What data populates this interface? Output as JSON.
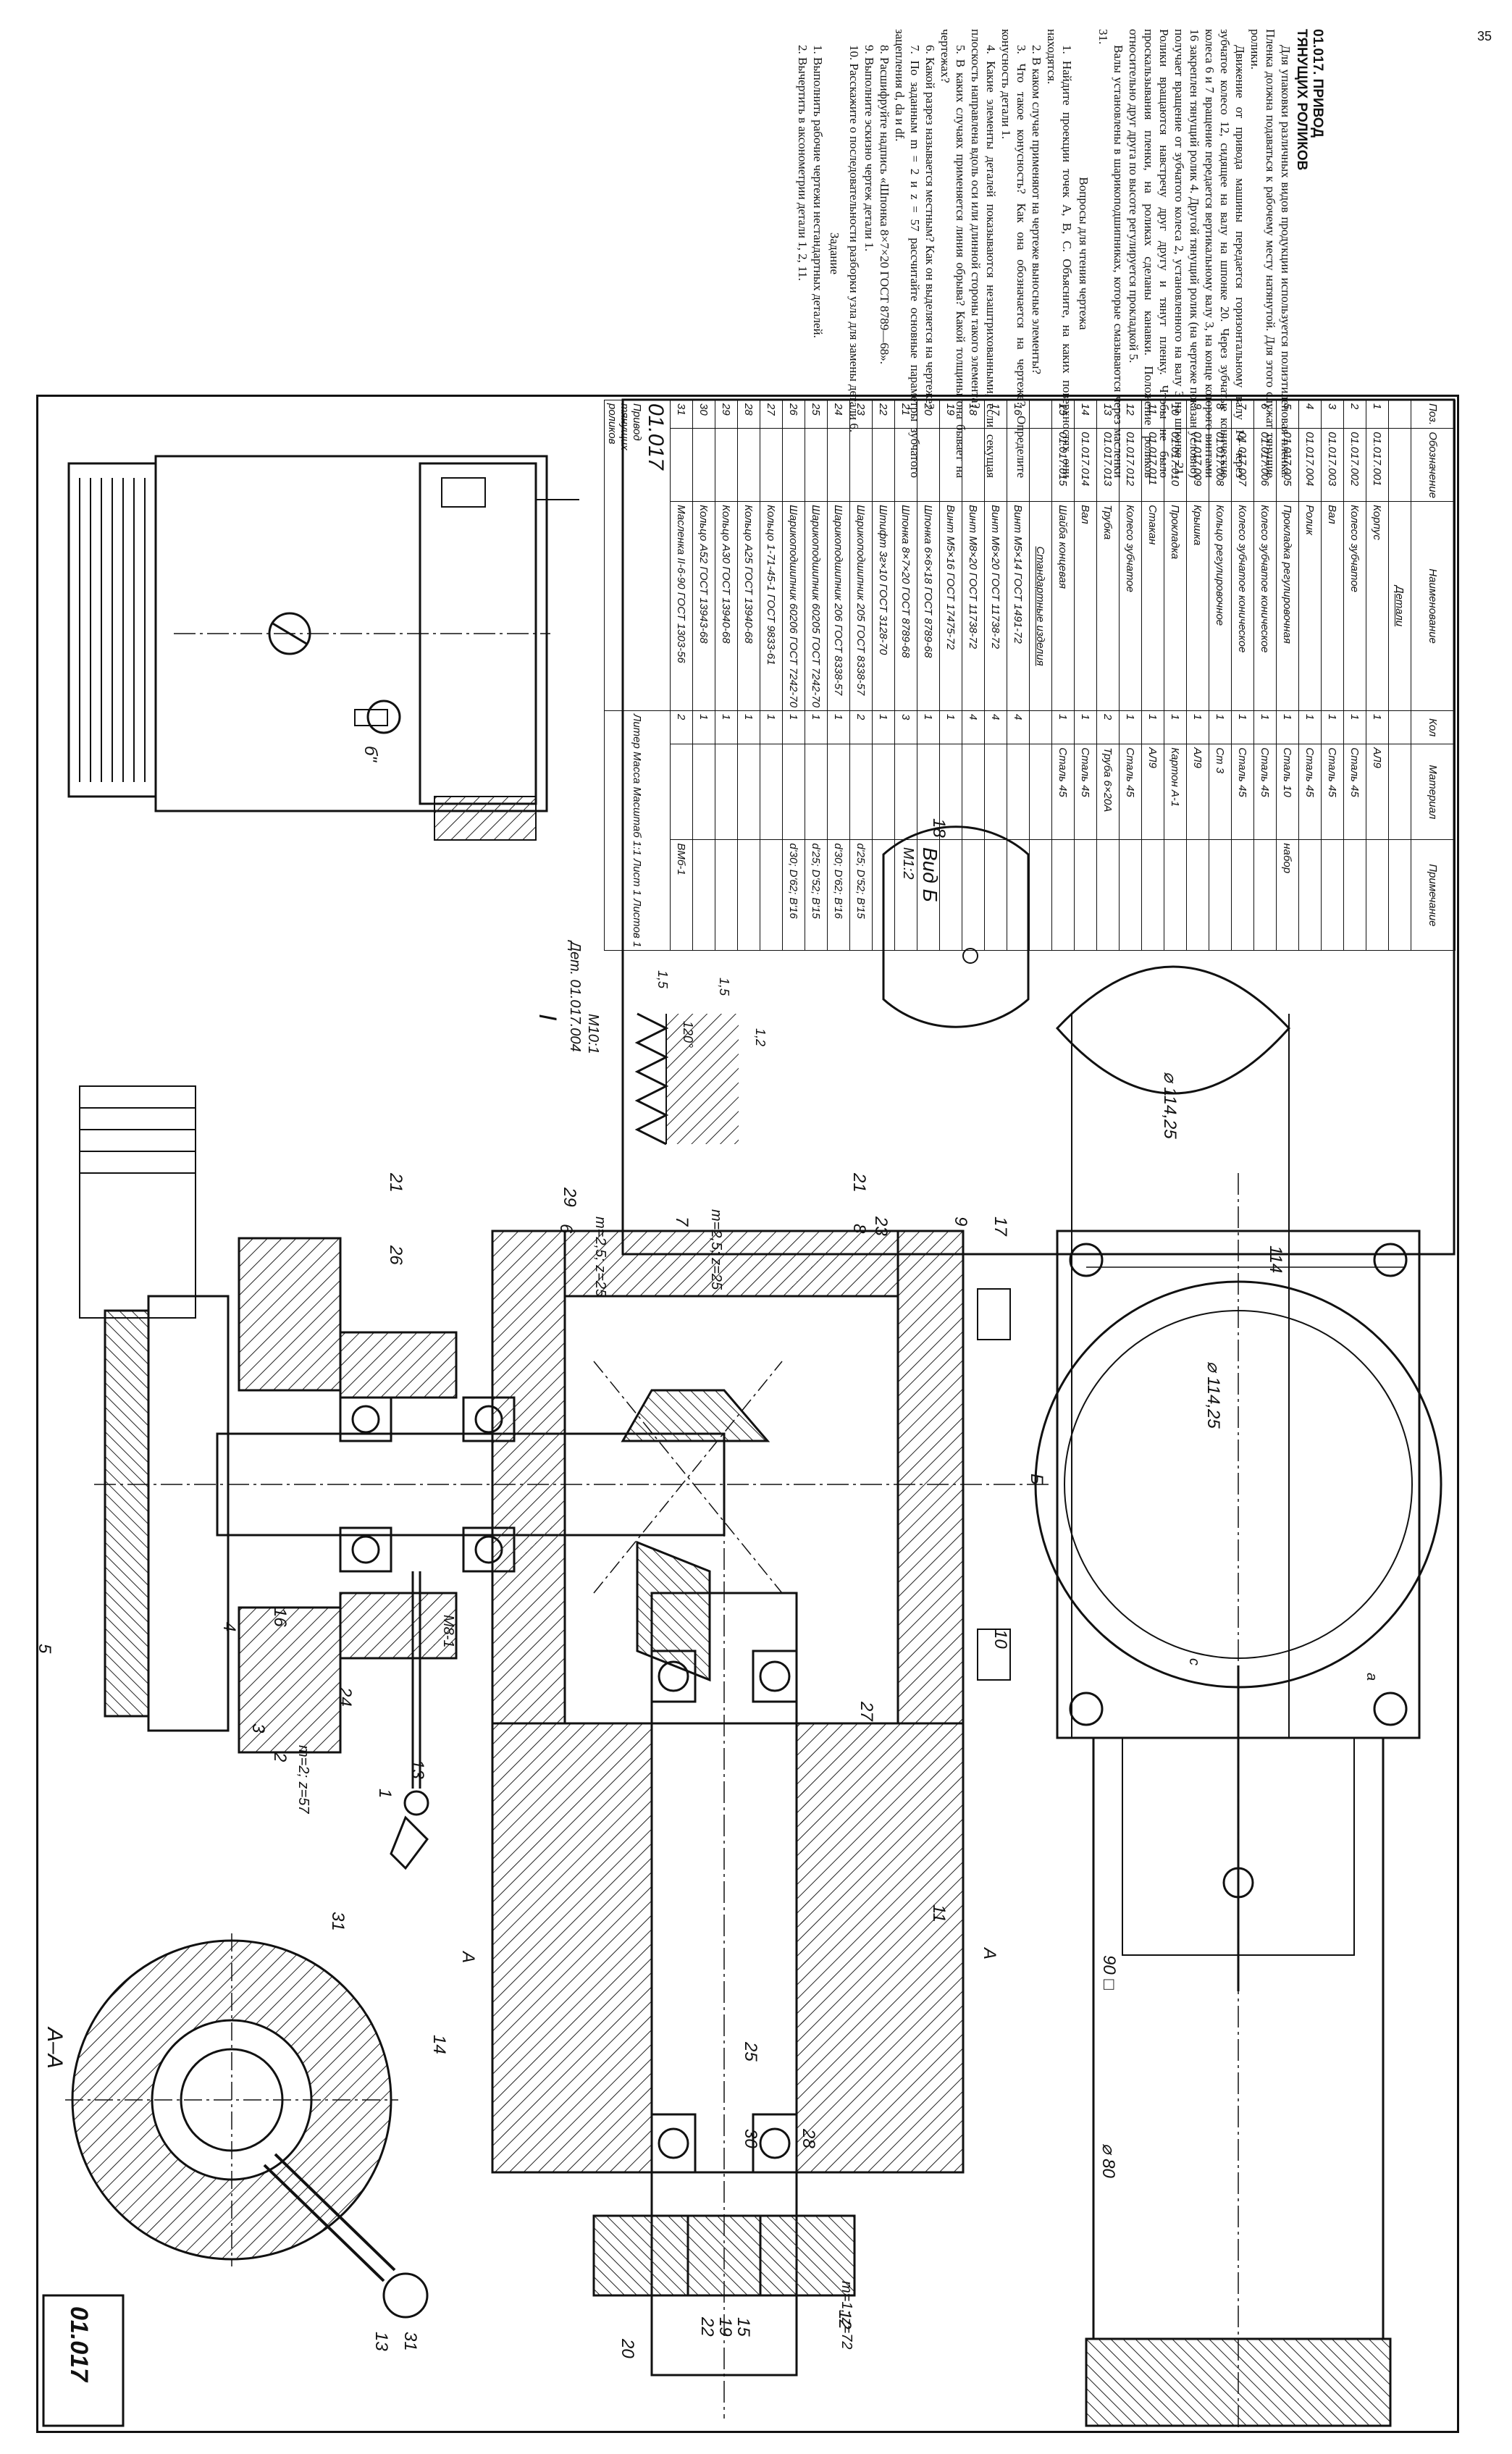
{
  "page": {
    "number": "35",
    "sheet_code": "01.017"
  },
  "text": {
    "title_line1": "01.017. ПРИВОД",
    "title_line2": "ТЯНУЩИХ РОЛИКОВ",
    "para1": "Для упаковки различных видов продукции используется полиэтиленовая пленка. Пленка должна подаваться к рабочему месту натянутой. Для этого служат тянущие ролики.",
    "para2": "Движение от привода машины передается горизонтальному валу 14 через зубчатое колесо 12, сидящее на валу на шпонке 20. Через зубчатые конические колеса 6 и 7 вращение передается вертикальному валу 3, на конце которого винтами 16 закреплен тянущий ролик 4. Другой тянущий ролик (на чертеже показан условно) получает вращение от зубчатого колеса 2, установленного на валу 3 на шпонке 21. Ролики вращаются навстречу друг другу и тянут пленку. Чтобы не было проскальзывания пленки, на роликах сделаны канавки. Положение роликов относительно друг друга по высоте регулируется прокладкой 5.",
    "para3": "Валы установлены в шарикоподшипниках, которые смазываются через масленки 31.",
    "questions_heading": "Вопросы для чтения чертежа",
    "questions": [
      "1. Найдите проекции точек А, В, С. Объясните, на каких поверхностях они находятся.",
      "2. В каком случае применяют на чертеже выносные элементы?",
      "3. Что такое конусность? Как она обозначается на чертеже? Определите конусность детали 1.",
      "4. Какие элементы деталей показываются незаштрихованными, если секущая плоскость направлена вдоль оси или длинной стороны такого элемента?",
      "5. В каких случаях применяется линия обрыва? Какой толщины она бывает на чертежах?",
      "6. Какой разрез называется местным? Как он выделяется на чертеже?",
      "7. По заданным m = 2 и z = 57 рассчитайте основные параметры зубчатого зацепления d, da и df.",
      "8. Расшифруйте надпись «Шпонка 8×7×20 ГОСТ 8789—68».",
      "9. Выполните эскизно чертеж детали 1.",
      "10. Расскажите о последовательности разборки узла для замены детали 6."
    ],
    "task_heading": "Задание",
    "tasks": [
      "1. Выполнить рабочие чертежи нестандартных деталей.",
      "2. Вычертить в аксонометрии детали 1, 2, 11."
    ]
  },
  "drawing": {
    "section_label": "А–А",
    "view_b_label": "Вид Б",
    "view_b_scale": "М1:2",
    "detail_label": "I",
    "detail_ref": "Дет. 01.017.004",
    "detail_scale": "М10:1",
    "detail_angle": "120°",
    "detail_pitch_1": "1,5",
    "detail_pitch_2": "1,5",
    "detail_depth": "1,2",
    "dim_dia_11425_a": "⌀ 114,25",
    "dim_dia_11425_b": "⌀ 114,25",
    "dim_114": "114",
    "dim_90sq": "90 □",
    "dim_dia80": "⌀ 80",
    "thread_m8": "М8-1",
    "gear_2": "m=2; z=57",
    "gear_6": "m=2,5; z=25",
    "gear_7": "m=2,5; z=25",
    "gear_12": "m=1; z=72",
    "view_marker_b": "Б",
    "section_marker_a1": "А",
    "section_marker_a2": "А",
    "point_a": "a",
    "point_c": "c",
    "point_6": "б\"",
    "balloons": [
      "1",
      "2",
      "3",
      "4",
      "5",
      "6",
      "7",
      "8",
      "9",
      "10",
      "11",
      "12",
      "13",
      "14",
      "15",
      "16",
      "17",
      "18",
      "19",
      "20",
      "21",
      "21",
      "22",
      "23",
      "24",
      "25",
      "26",
      "27",
      "28",
      "29",
      "30",
      "31",
      "31",
      "13"
    ]
  },
  "spec": {
    "headers": [
      "Поз.",
      "Обозначение",
      "Наименование",
      "Кол",
      "Материал",
      "Примечание"
    ],
    "section_details": "Детали",
    "section_std": "Стандартные изделия",
    "rows": [
      [
        "1",
        "01.017.001",
        "Корпус",
        "1",
        "АЛ9",
        ""
      ],
      [
        "2",
        "01.017.002",
        "Колесо зубчатое",
        "1",
        "Сталь 45",
        ""
      ],
      [
        "3",
        "01.017.003",
        "Вал",
        "1",
        "Сталь 45",
        ""
      ],
      [
        "4",
        "01.017.004",
        "Ролик",
        "1",
        "Сталь 45",
        ""
      ],
      [
        "5",
        "01.017.005",
        "Прокладка регулировочная",
        "1",
        "Сталь 10",
        "набор"
      ],
      [
        "6",
        "01.017.006",
        "Колесо зубчатое коническое",
        "1",
        "Сталь 45",
        ""
      ],
      [
        "7",
        "01.017.007",
        "Колесо зубчатое коническое",
        "1",
        "Сталь 45",
        ""
      ],
      [
        "8",
        "01.017.008",
        "Кольцо регулировочное",
        "1",
        "Ст 3",
        ""
      ],
      [
        "9",
        "01.017.009",
        "Крышка",
        "1",
        "АЛ9",
        ""
      ],
      [
        "10",
        "01.017.010",
        "Прокладка",
        "1",
        "Картон А-1",
        ""
      ],
      [
        "11",
        "01.017.011",
        "Стакан",
        "1",
        "АЛ9",
        ""
      ],
      [
        "12",
        "01.017.012",
        "Колесо зубчатое",
        "1",
        "Сталь 45",
        ""
      ],
      [
        "13",
        "01.017.013",
        "Трубка",
        "2",
        "Труба 6×20А",
        ""
      ],
      [
        "14",
        "01.017.014",
        "Вал",
        "1",
        "Сталь 45",
        ""
      ],
      [
        "15",
        "01.017.015",
        "Шайба концевая",
        "1",
        "Сталь 45",
        ""
      ]
    ],
    "std_rows": [
      [
        "16",
        "",
        "Винт М5×14 ГОСТ 1491-72",
        "4",
        "",
        ""
      ],
      [
        "17",
        "",
        "Винт М6×20 ГОСТ 11738-72",
        "4",
        "",
        ""
      ],
      [
        "18",
        "",
        "Винт М8×20 ГОСТ 11738-72",
        "4",
        "",
        ""
      ],
      [
        "19",
        "",
        "Винт М5×16 ГОСТ 17475-72",
        "1",
        "",
        ""
      ],
      [
        "20",
        "",
        "Шпонка 6×6×18 ГОСТ 8789-68",
        "1",
        "",
        ""
      ],
      [
        "21",
        "",
        "Шпонка 8×7×20 ГОСТ 8789-68",
        "3",
        "",
        ""
      ],
      [
        "22",
        "",
        "Штифт 3г×10 ГОСТ 3128-70",
        "1",
        "",
        ""
      ],
      [
        "23",
        "",
        "Шарикоподшипник 205 ГОСТ 8338-57",
        "2",
        "",
        "d'25; D'52; B'15"
      ],
      [
        "24",
        "",
        "Шарикоподшипник 206 ГОСТ 8338-57",
        "1",
        "",
        "d'30; D'62; B'16"
      ],
      [
        "25",
        "",
        "Шарикоподшипник 60205 ГОСТ 7242-70",
        "1",
        "",
        "d'25; D'52; B'15"
      ],
      [
        "26",
        "",
        "Шарикоподшипник 60206 ГОСТ 7242-70",
        "1",
        "",
        "d'30; D'62; B'16"
      ],
      [
        "27",
        "",
        "Кольцо 1-71-45-1 ГОСТ 9833-61",
        "1",
        "",
        ""
      ],
      [
        "28",
        "",
        "Кольцо А25 ГОСТ 13940-68",
        "1",
        "",
        ""
      ],
      [
        "29",
        "",
        "Кольцо А30 ГОСТ 13940-68",
        "1",
        "",
        ""
      ],
      [
        "30",
        "",
        "Кольцо А52 ГОСТ 13943-68",
        "1",
        "",
        ""
      ],
      [
        "31",
        "",
        "Масленка II-6-90 ГОСТ 1303-56",
        "2",
        "",
        "ВМб-1"
      ]
    ],
    "title_block": {
      "code": "01.017",
      "name_line1": "Привод",
      "name_line2": "тянущих",
      "name_line3": "роликов",
      "lit_label": "Литер",
      "mass_label": "Масса",
      "scale_label": "Масштаб",
      "scale_value": "1:1",
      "sheet_label": "Лист 1",
      "sheets_label": "Листов 1"
    }
  }
}
